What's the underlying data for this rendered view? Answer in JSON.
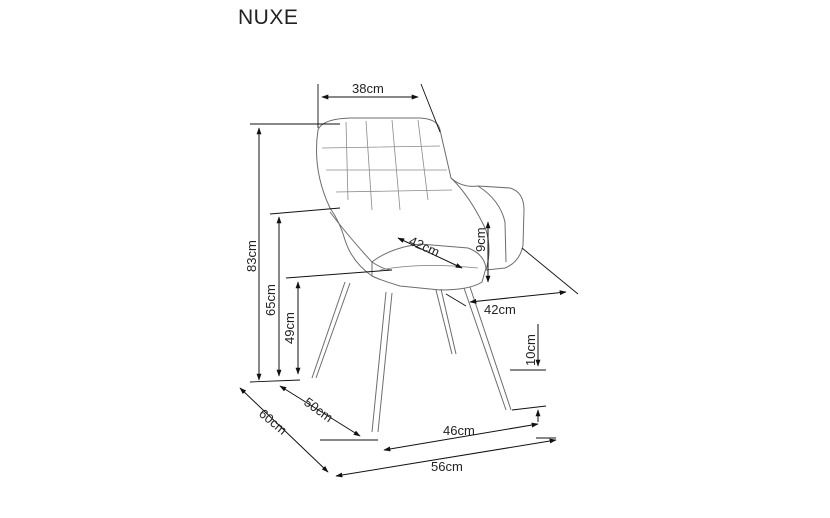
{
  "title": "NUXE",
  "dimensions": {
    "backrest_width": "38cm",
    "total_height": "83cm",
    "armrest_height": "65cm",
    "seat_height": "49cm",
    "seat_depth": "42cm",
    "armrest_above_seat": "9cm",
    "seat_width": "42cm",
    "stretcher_height": "10cm",
    "depth_inner": "50cm",
    "depth_total": "60cm",
    "width_inner": "46cm",
    "width_total": "56cm"
  }
}
